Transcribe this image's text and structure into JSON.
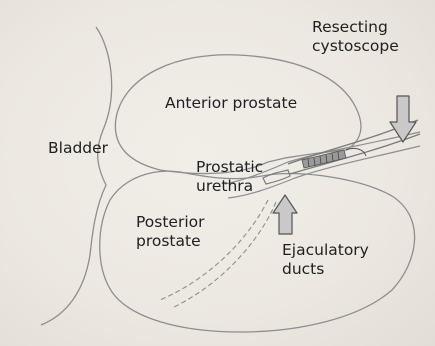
{
  "labels": {
    "cystoscope": [
      "Resecting",
      "cystoscope"
    ],
    "anterior_prostate": "Anterior prostate",
    "bladder": "Bladder",
    "prostatic_urethra": [
      "Prostatic",
      "urethra"
    ],
    "posterior_prostate": [
      "Posterior",
      "prostate"
    ],
    "ejaculatory_ducts": [
      "Ejaculatory",
      "ducts"
    ]
  },
  "colors": {
    "background": "#ece8e1",
    "pencil": "#8e8e8e",
    "arrow_fill": "#c9c9c9",
    "arrow_stroke": "#555555",
    "text": "#1f1f1f"
  }
}
